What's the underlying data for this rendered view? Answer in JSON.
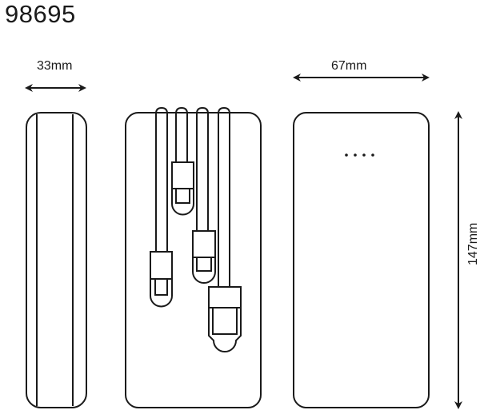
{
  "title": "98695",
  "dimensions": {
    "thickness": "33mm",
    "width": "67mm",
    "height": "147mm"
  },
  "views": [
    {
      "name": "side-view",
      "label": ""
    },
    {
      "name": "front-view-cables",
      "label": ""
    },
    {
      "name": "back-view",
      "label": ""
    }
  ],
  "back_view": {
    "indicator_dots": 4
  },
  "front_view": {
    "cables": [
      {
        "id": 1,
        "connector": "micro-usb"
      },
      {
        "id": 2,
        "connector": "usb-c"
      },
      {
        "id": 3,
        "connector": "lightning"
      },
      {
        "id": 4,
        "connector": "usb-a"
      }
    ]
  },
  "colors": {
    "line": "#1a1a1a",
    "background": "#ffffff"
  }
}
